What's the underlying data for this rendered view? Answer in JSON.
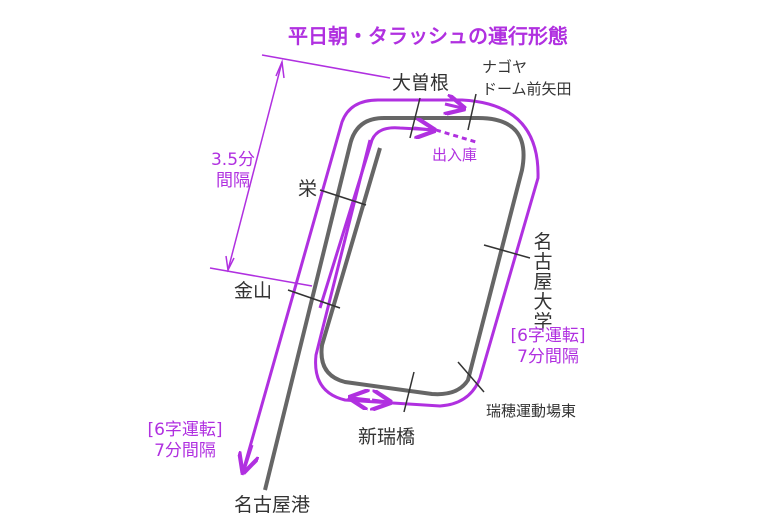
{
  "title": "平日朝・タラッシュの運行形態",
  "stations": {
    "ozone": "大曽根",
    "nagoya_dome_line1": "ナゴヤ",
    "nagoya_dome_line2": "ドーム前矢田",
    "sakae": "栄",
    "kanayama": "金山",
    "meijo_univ_chars": [
      "名",
      "古",
      "屋",
      "大",
      "学"
    ],
    "mizuho_undojo": "瑞穂運動場東",
    "shin_mizuhashi": "新瑞橋",
    "nagoyako": "名古屋港"
  },
  "depot_label": "出入庫",
  "interval_left": {
    "line1": "3.5分",
    "line2": "間隔"
  },
  "loop_note": {
    "line1": "[6字運転]",
    "line2": "7分間隔"
  },
  "branch_note": {
    "line1": "[6字運転]",
    "line2": "7分間隔"
  },
  "colors": {
    "track": "#666666",
    "service": "#b030e0",
    "text": "#333333"
  }
}
